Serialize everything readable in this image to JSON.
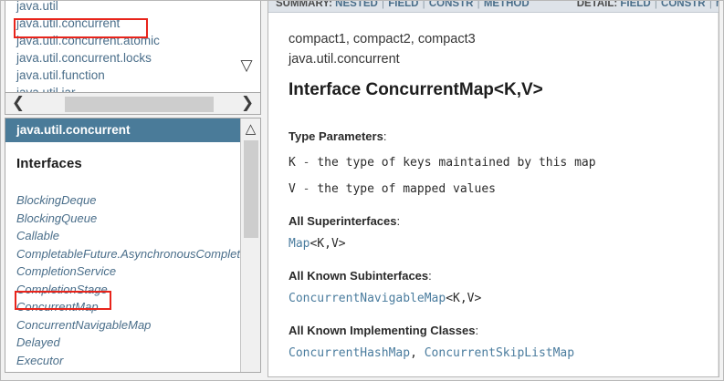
{
  "packages_panel": {
    "items": [
      {
        "label": "java.util",
        "highlighted": false,
        "clipped_top": true
      },
      {
        "label": "java.util.concurrent",
        "highlighted": true
      },
      {
        "label": "java.util.concurrent.atomic",
        "highlighted": false
      },
      {
        "label": "java.util.concurrent.locks",
        "highlighted": false
      },
      {
        "label": "java.util.function",
        "highlighted": false
      },
      {
        "label": "java.util.jar",
        "highlighted": false,
        "clipped_bottom": true
      }
    ],
    "scroll_down_icon": "chevron-down-icon",
    "hscroll": {
      "left_arrow": "❮",
      "right_arrow": "❯"
    }
  },
  "classes_panel": {
    "header": "java.util.concurrent",
    "section_heading": "Interfaces",
    "items": [
      {
        "label": "BlockingDeque",
        "highlighted": false
      },
      {
        "label": "BlockingQueue",
        "highlighted": false
      },
      {
        "label": "Callable",
        "highlighted": false
      },
      {
        "label": "CompletableFuture.AsynchronousCompletionTask",
        "highlighted": false,
        "truncated": true
      },
      {
        "label": "CompletionService",
        "highlighted": false
      },
      {
        "label": "CompletionStage",
        "highlighted": false
      },
      {
        "label": "ConcurrentMap",
        "highlighted": true
      },
      {
        "label": "ConcurrentNavigableMap",
        "highlighted": false
      },
      {
        "label": "Delayed",
        "highlighted": false
      },
      {
        "label": "Executor",
        "highlighted": false
      }
    ],
    "scroll_up_icon": "chevron-up-icon"
  },
  "doc_panel": {
    "navbar": {
      "summary_label": "SUMMARY:",
      "summary_links": [
        "NESTED",
        "FIELD",
        "CONSTR",
        "METHOD"
      ],
      "detail_label": "DETAIL:",
      "detail_links": [
        "FIELD",
        "CONSTR",
        "M"
      ],
      "separator": "|"
    },
    "module_line": "compact1, compact2, compact3",
    "package_line": "java.util.concurrent",
    "title": "Interface ConcurrentMap<K,V>",
    "sections": [
      {
        "term": "Type Parameters",
        "colon": ":",
        "params": [
          {
            "name": "K",
            "dash": "-",
            "desc": "the type of keys maintained by this map"
          },
          {
            "name": "V",
            "dash": "-",
            "desc": "the type of mapped values"
          }
        ]
      },
      {
        "term": "All Superinterfaces",
        "colon": ":",
        "link_text": "Map",
        "plain_text": "<K,V>"
      },
      {
        "term": "All Known Subinterfaces",
        "colon": ":",
        "link_text": "ConcurrentNavigableMap",
        "plain_text": "<K,V>"
      },
      {
        "term": "All Known Implementing Classes",
        "colon": ":",
        "link_text": "ConcurrentHashMap",
        "separator": ", ",
        "link_text2": "ConcurrentSkipListMap"
      }
    ]
  },
  "colors": {
    "header_blue": "#4a7b99",
    "link_blue": "#4a6e8a",
    "code_link_blue": "#4a7c9e",
    "highlight_red": "#e8241b",
    "navbar_bg": "#dee3e9",
    "scroll_thumb": "#cdcdcd"
  }
}
